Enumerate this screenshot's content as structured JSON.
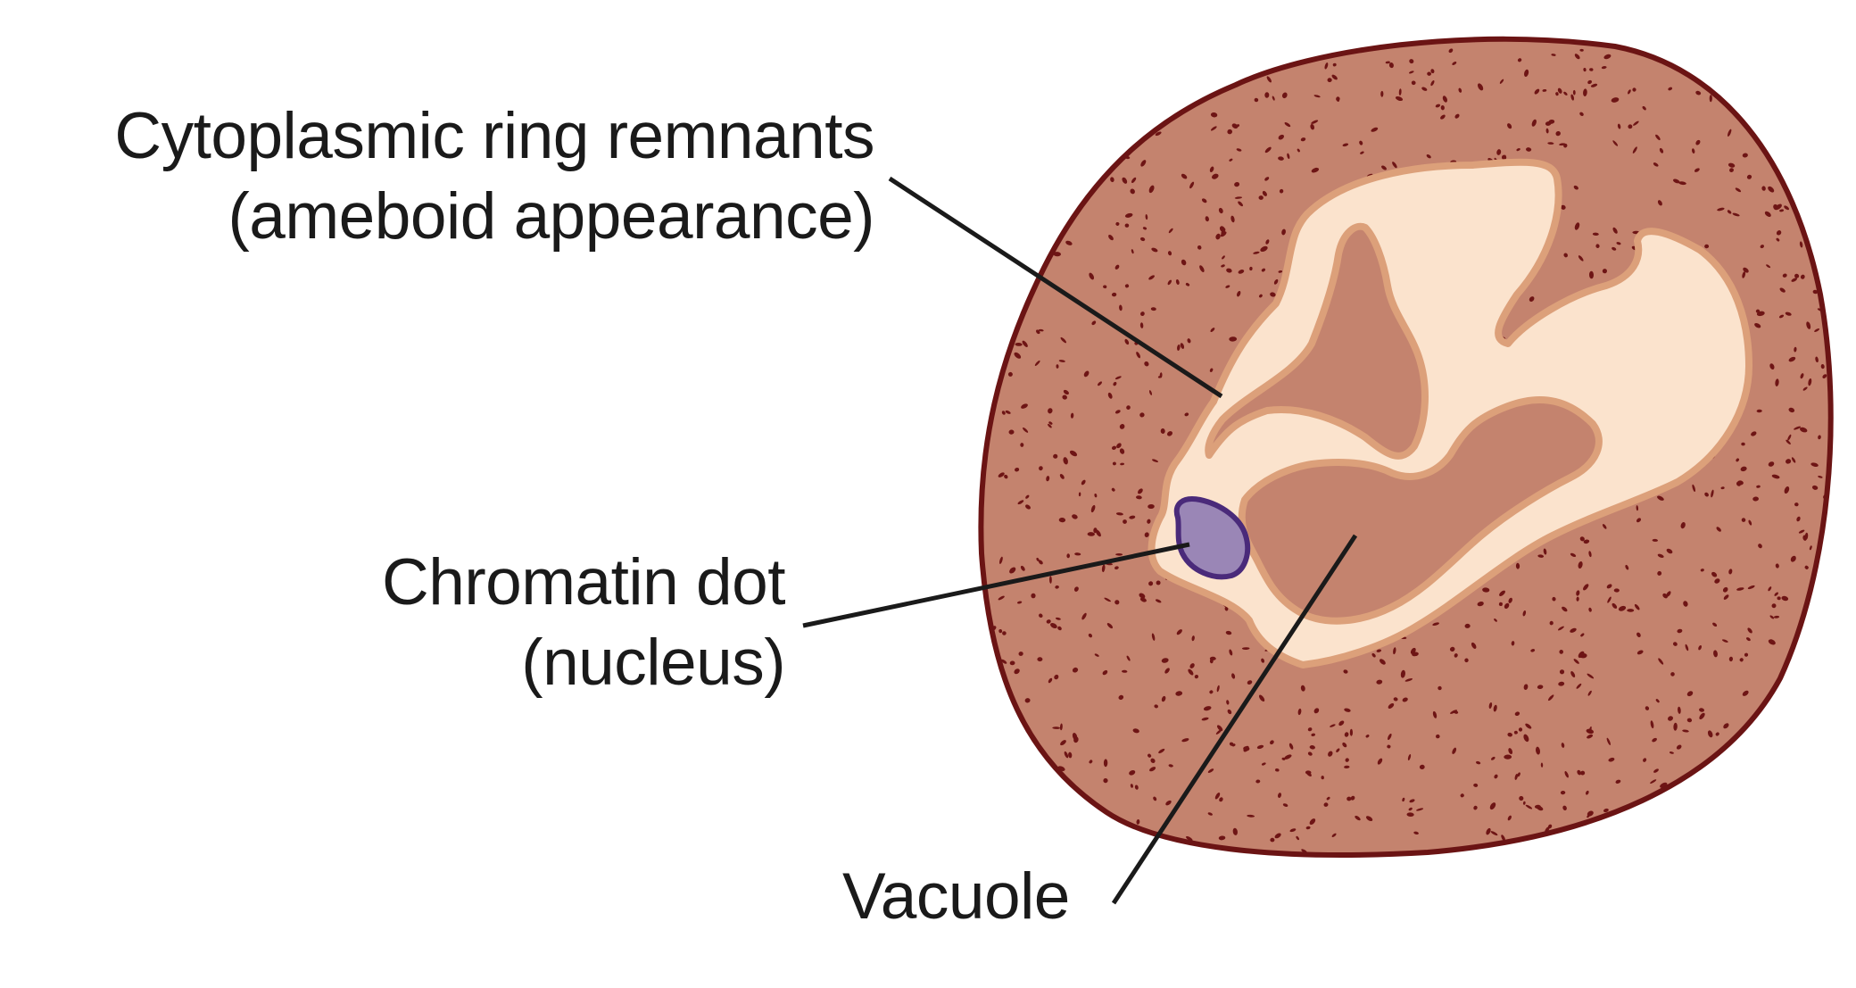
{
  "labels": {
    "cytoplasmic_ring": {
      "line1": "Cytoplasmic ring remnants",
      "line2": "(ameboid appearance)"
    },
    "chromatin_dot": {
      "line1": "Chromatin dot",
      "line2": "(nucleus)"
    },
    "vacuole": {
      "line1": "Vacuole"
    }
  },
  "colors": {
    "cell_fill": "#c4836e",
    "cell_outline": "#6b1414",
    "speckle": "#6e1515",
    "ring_fill": "#fbe3cd",
    "ring_edge": "#dca07a",
    "chromatin_fill": "#9a86b6",
    "chromatin_outline": "#4a2a7a",
    "leader_line": "#1a1a1a"
  }
}
